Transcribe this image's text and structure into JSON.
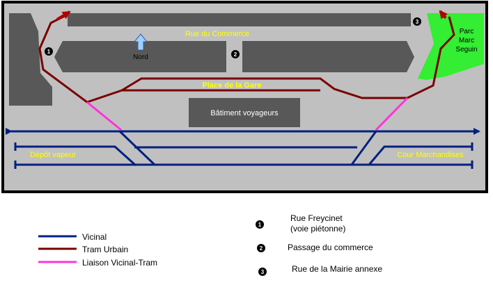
{
  "map": {
    "streets": {
      "commerce": "Rue du Commerce",
      "gare": "Place de la Gare"
    },
    "building": "Bâtiment voyageurs",
    "compass": "Nord",
    "park": [
      "Parc",
      "Marc",
      "Seguin"
    ],
    "zones": {
      "depot": "Dépôt vapeur",
      "freight": "Cour Marchandises"
    },
    "markers": {
      "m1": "1",
      "m2": "2",
      "m3": "3"
    }
  },
  "legend": {
    "lines": [
      {
        "label": "Vicinal",
        "color": "#002080"
      },
      {
        "label": "Tram Urbain",
        "color": "#7a0000"
      },
      {
        "label": "Liaison Vicinal-Tram",
        "color": "#ff33dd"
      }
    ],
    "places": [
      {
        "num": "1",
        "text": [
          "Rue Freycinet",
          "(voie piétonne)"
        ]
      },
      {
        "num": "2",
        "text": [
          "Passage du commerce"
        ]
      },
      {
        "num": "3",
        "text": [
          "Rue de la Mairie annexe"
        ]
      }
    ]
  },
  "colors": {
    "ground": "#c0c0c0",
    "blocks": "#585858",
    "park": "#33ee33",
    "street_text": "#ffff00",
    "vicinal": "#002080",
    "tram": "#7a0000",
    "link": "#ff33dd"
  }
}
